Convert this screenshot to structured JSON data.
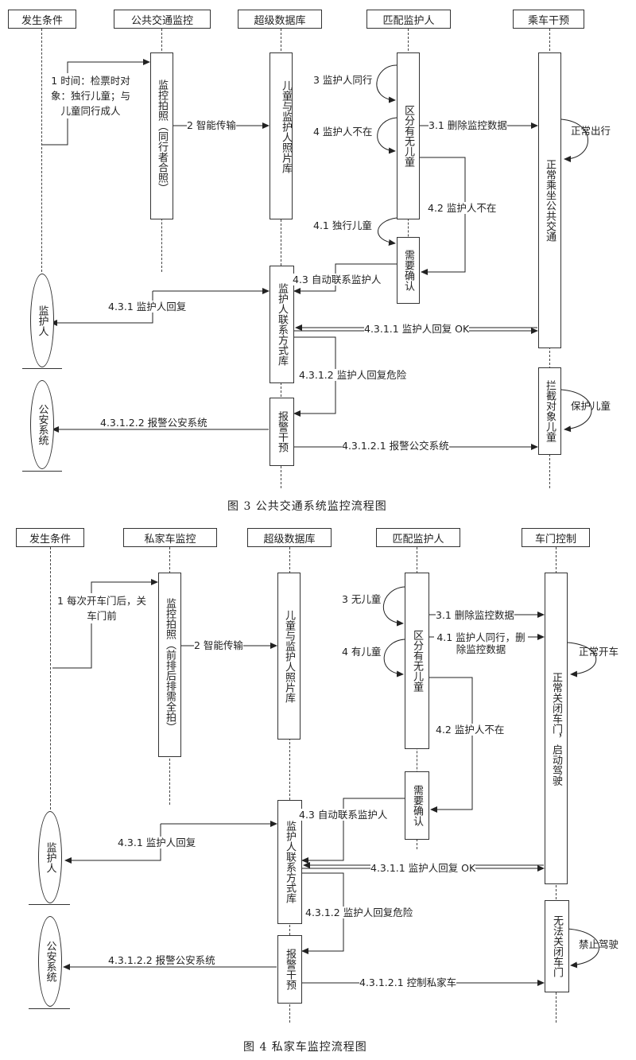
{
  "fig3": {
    "lanes": [
      "发生条件",
      "公共交通监控",
      "超级数据库",
      "匹配监护人",
      "乘车干预"
    ],
    "caption": "图 3   公共交通系统监控流程图",
    "boxes": {
      "photo": "监控拍照（同行者合照）",
      "photolib": "儿童与监护人照片库",
      "distinguish": "区分有无儿童",
      "confirm": "需要确认",
      "contactlib": "监护人联系方式库",
      "alarm": "报警干预",
      "ride": "正常乘坐公共交通",
      "intercept": "拦截对象儿童"
    },
    "ellipses": {
      "guardian": "监护人",
      "police": "公安系统"
    },
    "labels": {
      "l1": "1 时间：检票时对象：独行儿童；与儿童同行成人",
      "l2": "2 智能传输",
      "l3": "3 监护人同行",
      "l4": "4 监护人不在",
      "l31": "3.1 删除监控数据",
      "normal": "正常出行",
      "l42": "4.2 监护人不在",
      "l41": "4.1 独行儿童",
      "l43": "4.3 自动联系监护人",
      "l431": "4.3.1 监护人回复",
      "l4311": "4.3.1.1 监护人回复 OK",
      "l4312": "4.3.1.2 监护人回复危险",
      "l43122": "4.3.1.2.2 报警公安系统",
      "l43121": "4.3.1.2.1 报警公交系统",
      "protect": "保护儿童"
    }
  },
  "fig4": {
    "lanes": [
      "发生条件",
      "私家车监控",
      "超级数据库",
      "匹配监护人",
      "车门控制"
    ],
    "caption": "图 4   私家车监控流程图",
    "boxes": {
      "photo": "监控拍照（前排后排需全拍）",
      "photolib": "儿童与监护人照片库",
      "distinguish": "区分有无儿童",
      "confirm": "需要确认",
      "contactlib": "监护人联系方式库",
      "alarm": "报警干预",
      "door": "正常关闭车门，启动驾驶",
      "nodoor": "无法关闭车门"
    },
    "ellipses": {
      "guardian": "监护人",
      "police": "公安系统"
    },
    "labels": {
      "l1": "1 每次开车门后，关车门前",
      "l2": "2 智能传输",
      "l3": "3 无儿童",
      "l4": "4 有儿童",
      "l31": "3.1 删除监控数据",
      "l41": "4.1 监护人同行，删除监控数据",
      "normal": "正常开车",
      "l42": "4.2 监护人不在",
      "l43": "4.3 自动联系监护人",
      "l431": "4.3.1 监护人回复",
      "l4311": "4.3.1.1 监护人回复 OK",
      "l4312": "4.3.1.2 监护人回复危险",
      "l43122": "4.3.1.2.2 报警公安系统",
      "l43121": "4.3.1.2.1 控制私家车",
      "stop": "禁止驾驶"
    }
  }
}
